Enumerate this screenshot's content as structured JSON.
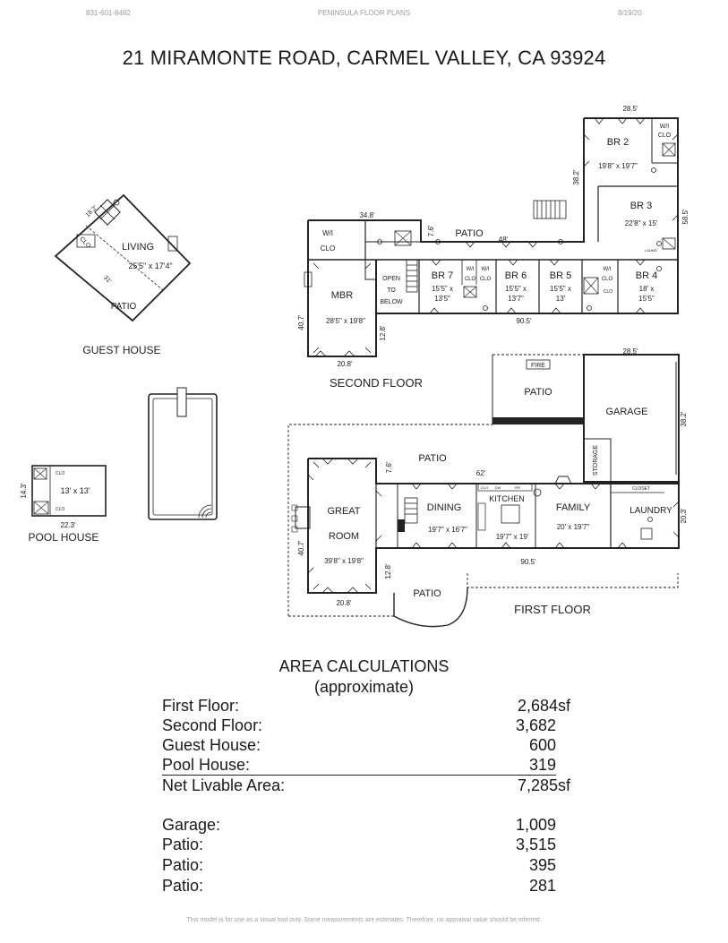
{
  "header": {
    "phone": "831-601-8482",
    "company": "PENINSULA FLOOR PLANS",
    "date": "8/19/20"
  },
  "title": "21 MIRAMONTE ROAD, CARMEL VALLEY, CA  93924",
  "guest_house": {
    "caption": "GUEST HOUSE",
    "living": "LIVING",
    "living_dim": "25'5\" x 17'4\"",
    "patio": "PATIO",
    "clo": "CLO",
    "dim_a": "18.2'",
    "dim_b": "31'"
  },
  "pool_house": {
    "caption": "POOL HOUSE",
    "room_dim": "13' x 13'",
    "dim_h": "14.3'",
    "dim_w": "22.3'",
    "clo": "CLO"
  },
  "second_floor": {
    "caption": "SECOND FLOOR",
    "br2": "BR 2",
    "br2_dim": "19'8\" x 19'7\"",
    "br3": "BR 3",
    "br3_dim": "22'8\" x 15'",
    "br4": "BR 4",
    "br4_dim_1": "18' x",
    "br4_dim_2": "15'5\"",
    "br5": "BR 5",
    "br5_dim_1": "15'5\" x",
    "br5_dim_2": "13'",
    "br6": "BR 6",
    "br6_dim_1": "15'5\" x",
    "br6_dim_2": "13'7\"",
    "br7": "BR 7",
    "br7_dim_1": "15'5\" x",
    "br7_dim_2": "13'5\"",
    "mbr": "MBR",
    "mbr_dim": "28'5\" x 19'8\"",
    "patio": "PATIO",
    "wi": "W/I",
    "clo": "CLO",
    "open_1": "OPEN",
    "open_2": "TO",
    "open_3": "BELOW",
    "laund": "LAUND",
    "d_285": "28.5'",
    "d_382": "38.2'",
    "d_585": "58.5'",
    "d_348": "34.8'",
    "d_76": "7.6'",
    "d_48": "48'",
    "d_407": "40.7'",
    "d_128": "12.8'",
    "d_208": "20.8'",
    "d_905": "90.5'"
  },
  "first_floor": {
    "caption": "FIRST FLOOR",
    "patio": "PATIO",
    "fire": "FIRE",
    "garage": "GARAGE",
    "storage": "STORAGE",
    "great_1": "GREAT",
    "great_2": "ROOM",
    "great_dim": "39'8\" x 19'8\"",
    "dining": "DINING",
    "dining_dim": "19'7\" x 16'7\"",
    "kitchen": "KITCHEN",
    "kitchen_dim": "19'7\" x 19'",
    "family": "FAMILY",
    "family_dim": "20' x 19'7\"",
    "laundry": "LAUNDRY",
    "closet": "CLOSET",
    "clo": "CLO",
    "dw": "DW",
    "rr": "RR",
    "d_285": "28.5'",
    "d_382": "38.2'",
    "d_62": "62'",
    "d_76": "7.6'",
    "d_407": "40.7'",
    "d_128": "12.8'",
    "d_208": "20.8'",
    "d_905": "90.5'",
    "d_203": "20.3'"
  },
  "area": {
    "title": "AREA CALCULATIONS",
    "subtitle": "(approximate)",
    "rows": [
      {
        "label": "First  Floor:",
        "value": "2,684sf"
      },
      {
        "label": "Second Floor:",
        "value": "3,682"
      },
      {
        "label": "Guest House:",
        "value": "600"
      },
      {
        "label": "Pool House:",
        "value": "319"
      },
      {
        "label": "Net Livable Area:",
        "value": "7,285sf"
      },
      {
        "label": "Garage:",
        "value": "1,009"
      },
      {
        "label": "Patio:",
        "value": "3,515"
      },
      {
        "label": "Patio:",
        "value": "395"
      },
      {
        "label": "Patio:",
        "value": "281"
      }
    ]
  },
  "footer": "This model is for use as a visual tool only.  Some measurements are estimates.  Therefore, no appraisal value should be inferred."
}
